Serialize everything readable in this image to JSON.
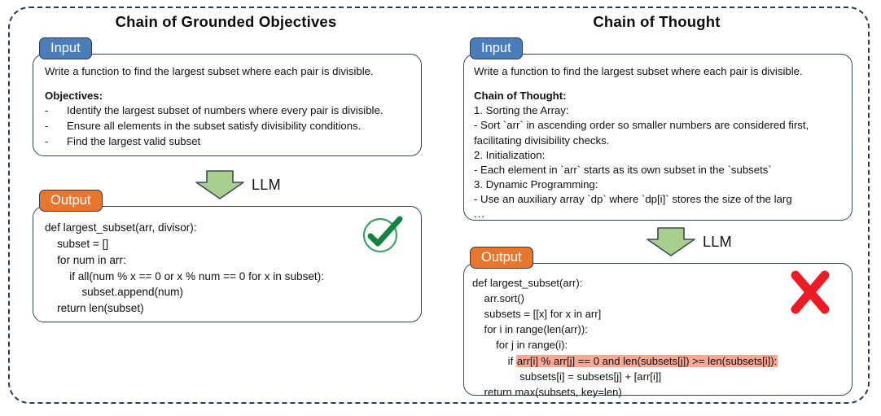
{
  "figure": {
    "columns": [
      {
        "id": "chain-of-grounded-objectives",
        "title": "Chain of Grounded Objectives",
        "input": {
          "badge": "Input",
          "prompt": "Write a function to find the largest subset where each pair is divisible.",
          "objectives_heading": "Objectives:",
          "objectives": [
            "Identify the largest subset of numbers where every pair is divisible.",
            "Ensure all elements in the subset satisfy divisibility conditions.",
            "Find the largest valid subset"
          ],
          "bullet_dash": "-"
        },
        "arrow": {
          "label": "LLM",
          "icon": "down-arrow-icon"
        },
        "output": {
          "badge": "Output",
          "code_lines": [
            "def largest_subset(arr, divisor):",
            "    subset = []",
            "    for num in arr:",
            "        if all(num % x == 0 or x % num == 0 for x in subset):",
            "            subset.append(num)",
            "    return len(subset)"
          ],
          "verdict": "check-icon"
        }
      },
      {
        "id": "chain-of-thought",
        "title": "Chain of Thought",
        "input": {
          "badge": "Input",
          "prompt": "Write a function to find the largest subset where each pair is divisible.",
          "cot_heading": "Chain of Thought:",
          "cot_lines": [
            "1. Sorting the Array:",
            "    - Sort `arr` in ascending order so smaller numbers are considered first, facilitating divisibility checks.",
            "2. Initialization:",
            "    - Each element in `arr` starts as its own subset in the `subsets`",
            "3. Dynamic Programming:",
            "     - Use an auxiliary array `dp` where `dp[i]` stores the size of the larg"
          ],
          "ellipsis": "..."
        },
        "arrow": {
          "label": "LLM",
          "icon": "down-arrow-icon"
        },
        "output": {
          "badge": "Output",
          "code_lines": [
            {
              "text": "def largest_subset(arr):",
              "highlight": false
            },
            {
              "text": "    arr.sort()",
              "highlight": false
            },
            {
              "text": "    subsets = [[x] for x in arr]",
              "highlight": false
            },
            {
              "text": "    for i in range(len(arr)):",
              "highlight": false
            },
            {
              "text": "        for j in range(i):",
              "highlight": false
            },
            {
              "prefix": "            if ",
              "text": "arr[i] % arr[j] == 0 and len(subsets[j]) >= len(subsets[i]):",
              "highlight": true
            },
            {
              "text": "                subsets[i] = subsets[j] + [arr[i]]",
              "highlight": false
            },
            {
              "text": "    return max(subsets, key=len)",
              "highlight": false
            }
          ],
          "verdict": "cross-icon"
        }
      }
    ],
    "colors": {
      "input_badge": "#4a7ebb",
      "output_badge": "#e8762c",
      "panel_border": "#2e4468",
      "frame_border": "#283a5b",
      "arrow_fill": "#a8cf8e",
      "arrow_stroke": "#3b4a5e",
      "highlight": "#f8a994",
      "check_green": "#1d8c4e",
      "cross_red": "#ed1c24"
    }
  }
}
